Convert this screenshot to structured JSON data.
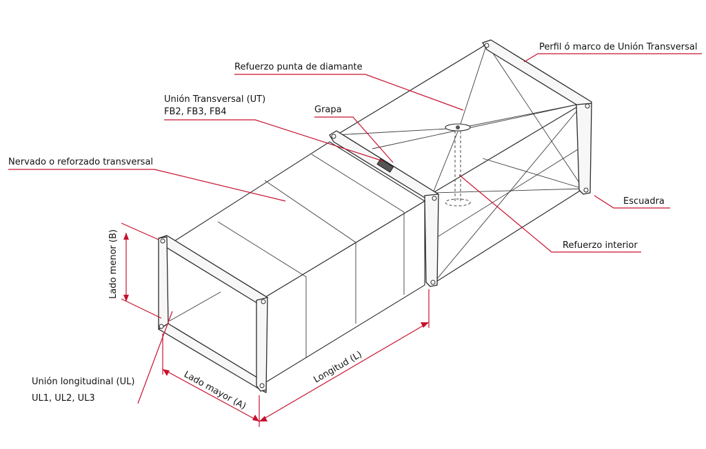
{
  "labels": {
    "perfil": "Perfil ó marco de Unión Transversal",
    "refuerzo_diamante": "Refuerzo punta de diamante",
    "union_transversal_1": "Unión Transversal (UT)",
    "union_transversal_2": "FB2, FB3, FB4",
    "grapa": "Grapa",
    "nervado": "Nervado o reforzado transversal",
    "escuadra": "Escuadra",
    "refuerzo_interior": "Refuerzo interior",
    "lado_menor": "Lado menor (B)",
    "longitud": "Longitud (L)",
    "lado_mayor": "Lado mayor (A)",
    "union_longitudinal_1": "Unión longitudinal (UL)",
    "union_longitudinal_2": "UL1, UL2, UL3"
  },
  "colors": {
    "leader": "#c8102e",
    "line": "#2a2a2a"
  }
}
